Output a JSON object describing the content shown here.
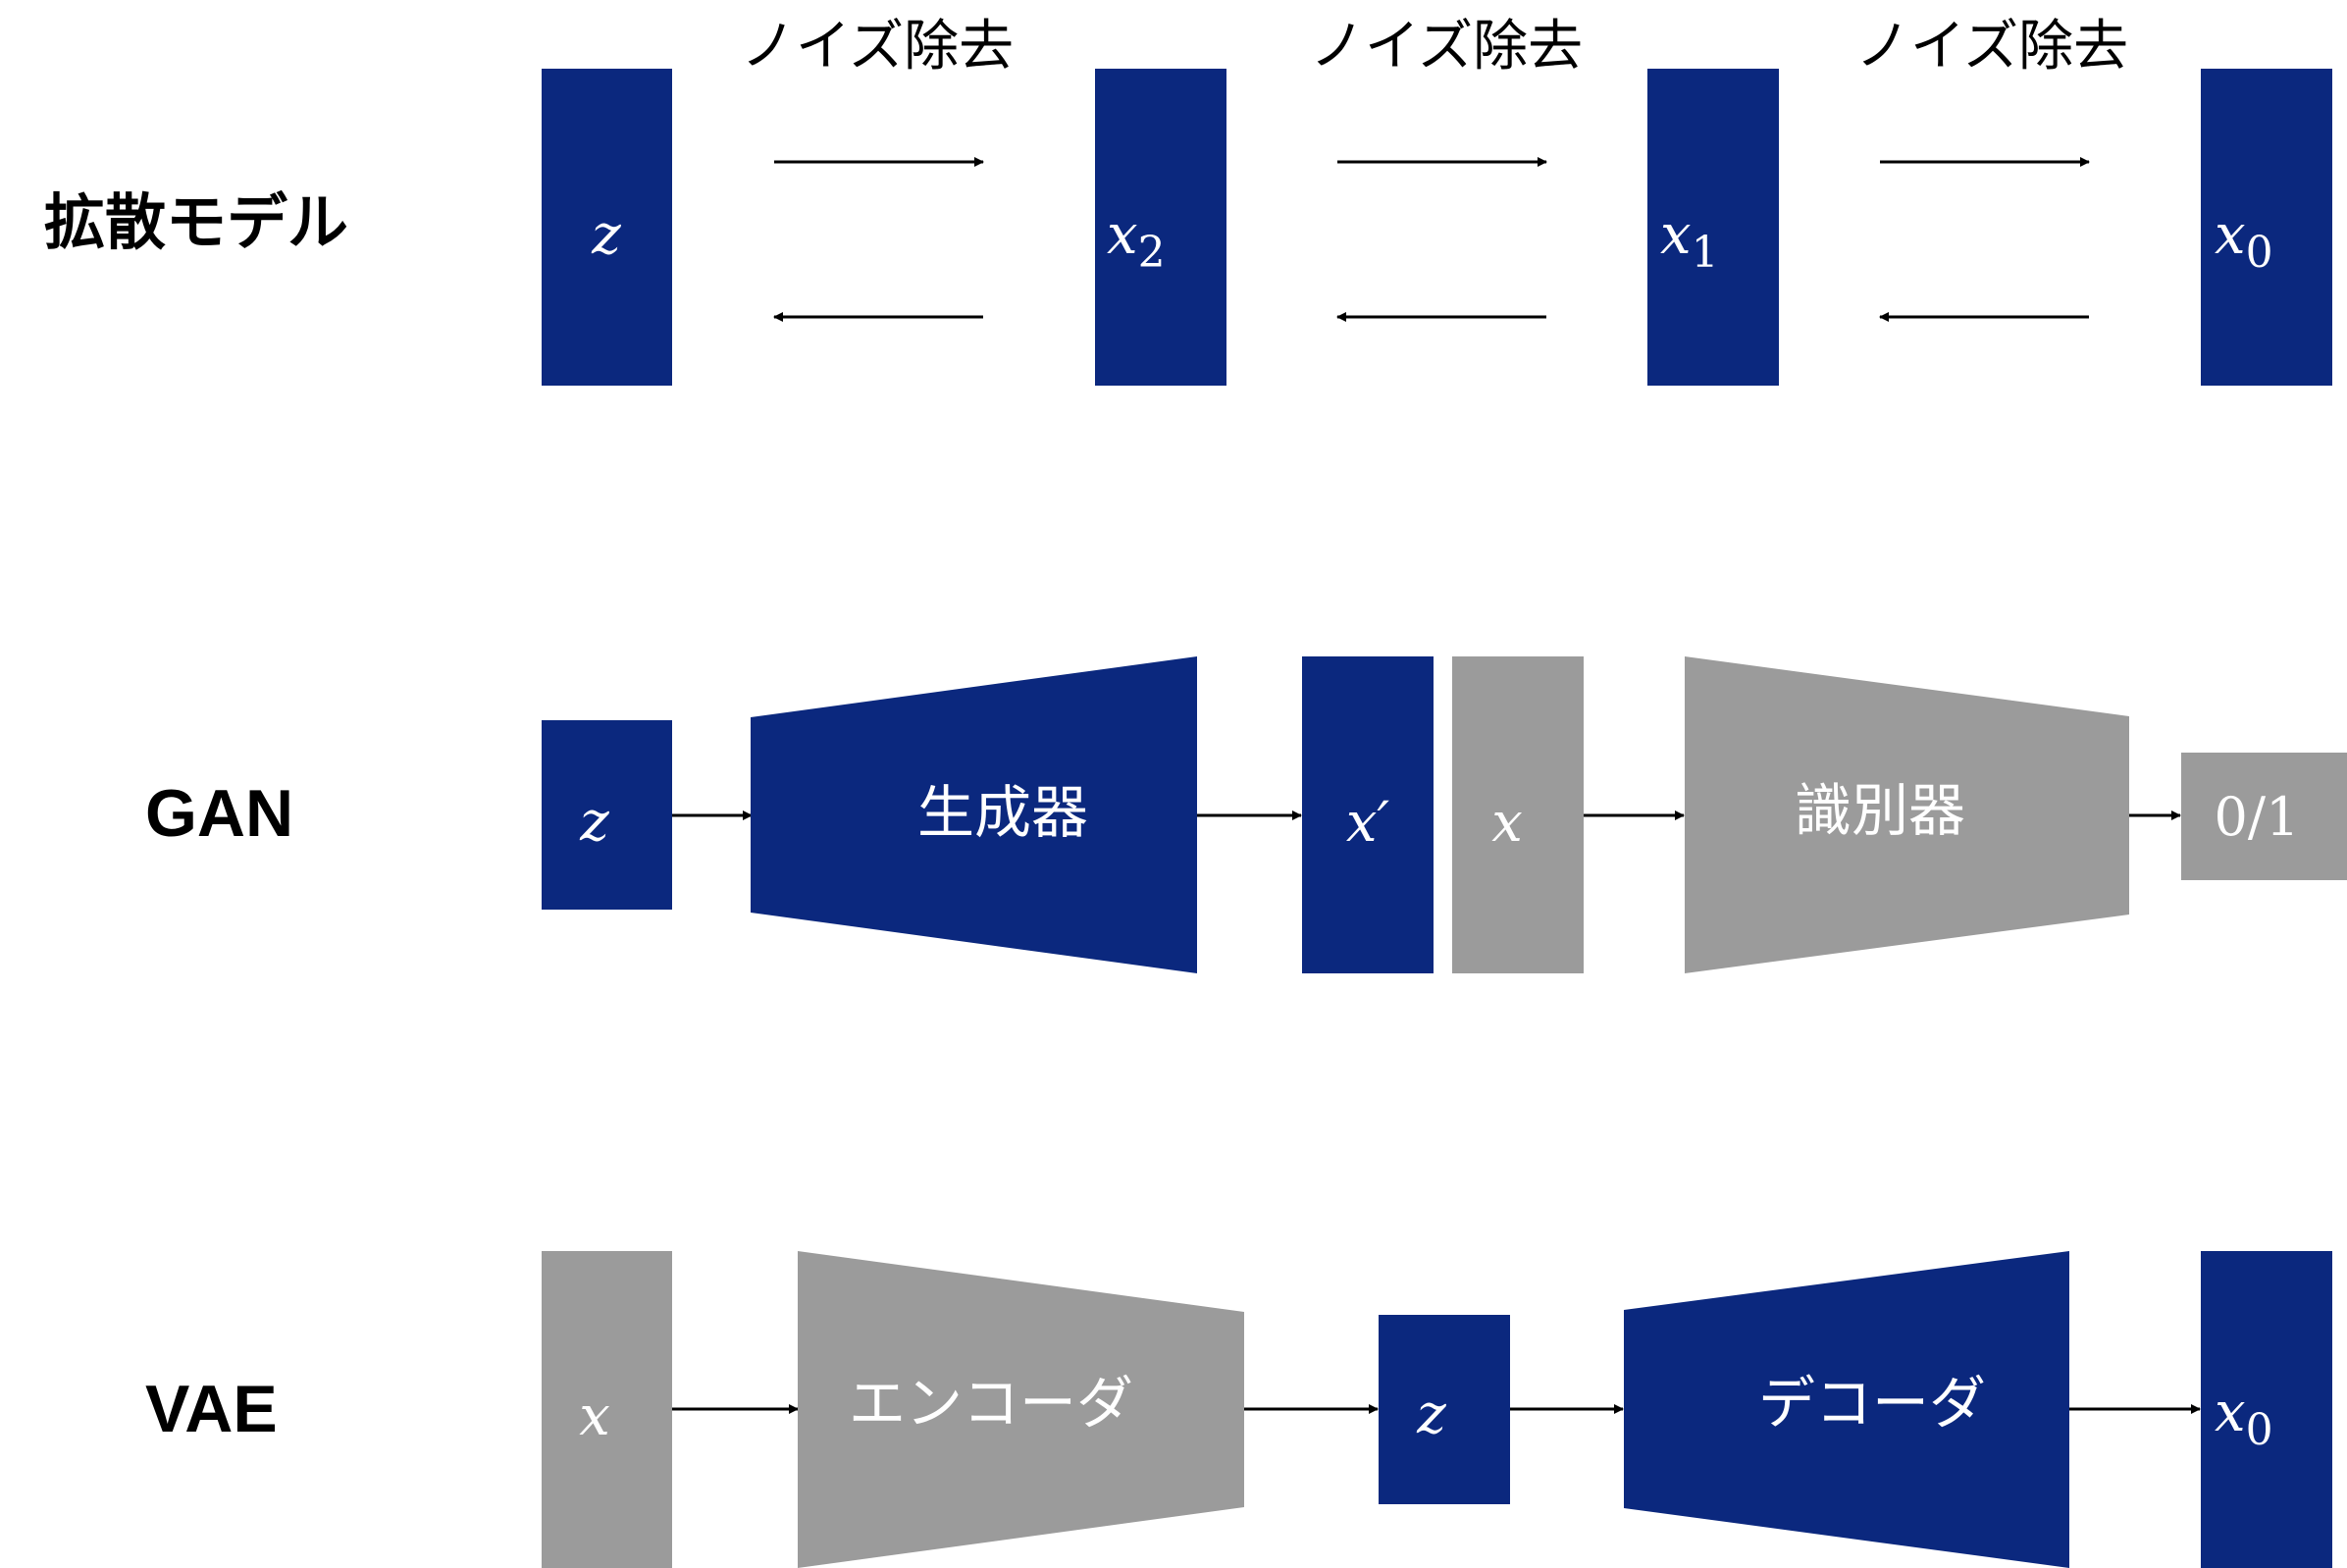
{
  "colors": {
    "navy": "#0b287e",
    "gray": "#9b9b9b",
    "arrow": "#000000"
  },
  "diffusion": {
    "row_label": "拡散モデル",
    "noise_labels": [
      "ノイズ除去",
      "ノイズ除去",
      "ノイズ除去"
    ],
    "z": "z",
    "x2_base": "x",
    "x2_sub": "2",
    "x1_base": "x",
    "x1_sub": "1",
    "x0_base": "x",
    "x0_sub": "0"
  },
  "gan": {
    "row_label": "GAN",
    "z": "z",
    "generator": "生成器",
    "x_fake": "x′",
    "x_real": "x",
    "discriminator": "識別器",
    "output": "0/1"
  },
  "vae": {
    "row_label": "VAE",
    "x": "x",
    "encoder": "エンコーダ",
    "z": "z",
    "decoder": "デコーダ",
    "x0_base": "x",
    "x0_sub": "0"
  }
}
